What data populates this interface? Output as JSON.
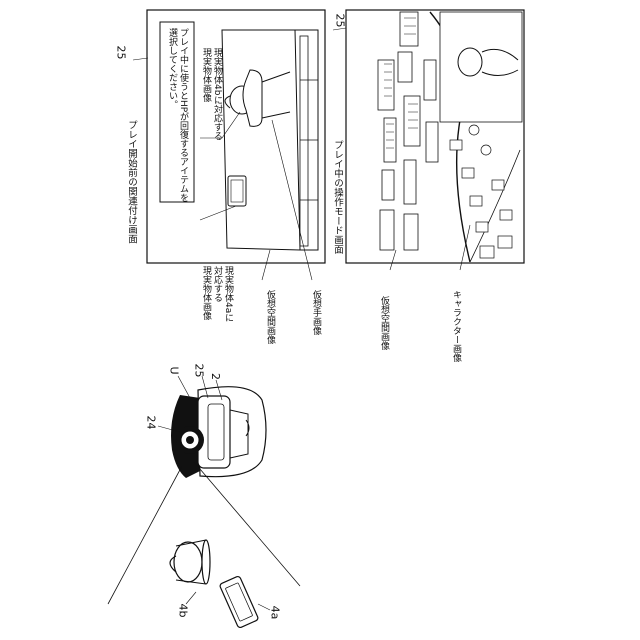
{
  "top_screen": {
    "ref": "25",
    "title": "プレイ開始前の関連付け画面",
    "dialog_text": "プレイ中に使うとHPが回復するアイテムを\n選択してください。",
    "label_object_4b": "現実物体4bに対応する\n現実物体画像",
    "label_object_4a": "現実物体4aに\n対応する\n現実物体画像",
    "label_virtual_space": "仮想空間画像",
    "label_virtual_hand": "仮想手画像"
  },
  "bottom_screen": {
    "ref": "25",
    "title": "プレイ中の操作モード画面",
    "label_virtual_space": "仮想空間画像",
    "label_character": "キャラクター画像"
  },
  "user_figure": {
    "ref_user": "U",
    "ref_display": "25",
    "ref_device": "2",
    "ref_camera": "24",
    "ref_cup": "4b",
    "ref_phone": "4a"
  }
}
